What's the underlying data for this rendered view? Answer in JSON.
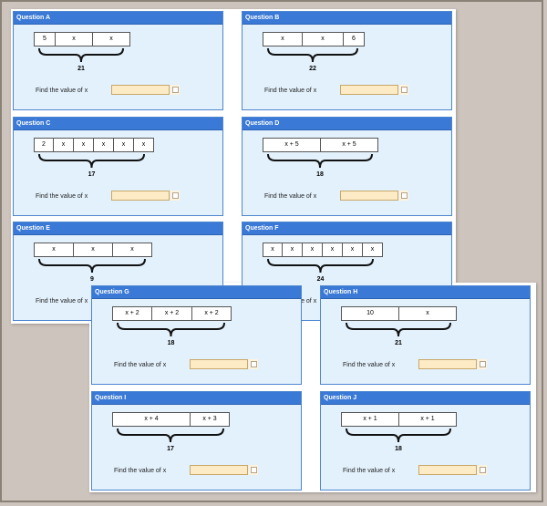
{
  "prompt": "Find the value of x",
  "questions": [
    {
      "title": "Question A",
      "cells": [
        "5",
        "x",
        "x"
      ],
      "total": "21"
    },
    {
      "title": "Question B",
      "cells": [
        "x",
        "x",
        "6"
      ],
      "total": "22"
    },
    {
      "title": "Question C",
      "cells": [
        "2",
        "x",
        "x",
        "x",
        "x",
        "x"
      ],
      "total": "17"
    },
    {
      "title": "Question D",
      "cells": [
        "x + 5",
        "x + 5"
      ],
      "total": "18"
    },
    {
      "title": "Question E",
      "cells": [
        "x",
        "x",
        "x"
      ],
      "total": "9"
    },
    {
      "title": "Question F",
      "cells": [
        "x",
        "x",
        "x",
        "x",
        "x",
        "x"
      ],
      "total": "24"
    },
    {
      "title": "Question G",
      "cells": [
        "x + 2",
        "x + 2",
        "x + 2"
      ],
      "total": "18"
    },
    {
      "title": "Question H",
      "cells": [
        "10",
        "x"
      ],
      "total": "21"
    },
    {
      "title": "Question I",
      "cells": [
        "x + 4",
        "x + 3"
      ],
      "total": "17"
    },
    {
      "title": "Question J",
      "cells": [
        "x + 1",
        "x + 1"
      ],
      "total": "18"
    }
  ],
  "colors": {
    "header": "#3a79d6",
    "panel": "#e3f1fc",
    "answer_box": "#fdebc6"
  }
}
